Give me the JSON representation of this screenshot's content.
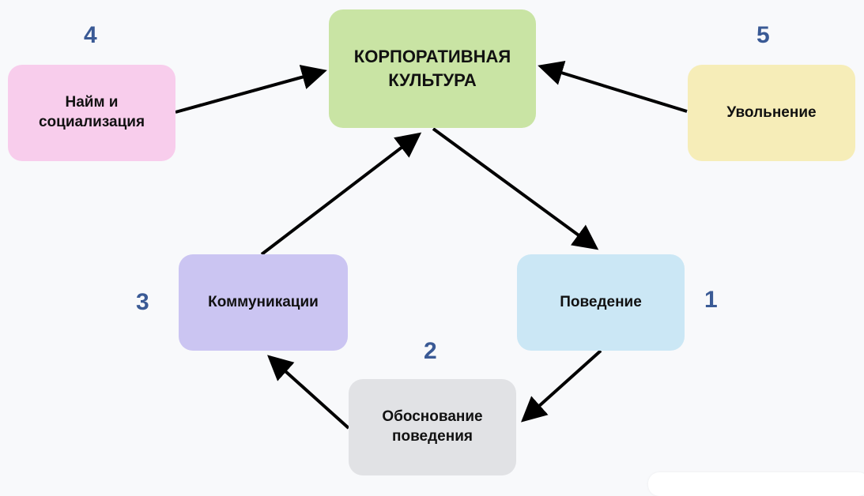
{
  "colors": {
    "background": "#f8f9fb",
    "culture": "#c9e4a4",
    "hire": "#f8cdec",
    "fire": "#f6edb8",
    "communications": "#cbc5f2",
    "behavior": "#cbe7f5",
    "justification": "#e1e2e5",
    "number": "#3a5a95",
    "arrow": "#000000"
  },
  "nodes": {
    "culture": {
      "label": "КОРПОРАТИВНАЯ\nКУЛЬТУРА"
    },
    "hire": {
      "label": "Найм и\nсоциализация",
      "number": "4"
    },
    "fire": {
      "label": "Увольнение",
      "number": "5"
    },
    "communications": {
      "label": "Коммуникации",
      "number": "3"
    },
    "behavior": {
      "label": "Поведение",
      "number": "1"
    },
    "justification": {
      "label": "Обоснование\nповедения",
      "number": "2"
    }
  },
  "edges": [
    {
      "from": "hire",
      "to": "culture"
    },
    {
      "from": "fire",
      "to": "culture"
    },
    {
      "from": "culture",
      "to": "behavior"
    },
    {
      "from": "behavior",
      "to": "justification"
    },
    {
      "from": "justification",
      "to": "communications"
    },
    {
      "from": "communications",
      "to": "culture"
    }
  ]
}
